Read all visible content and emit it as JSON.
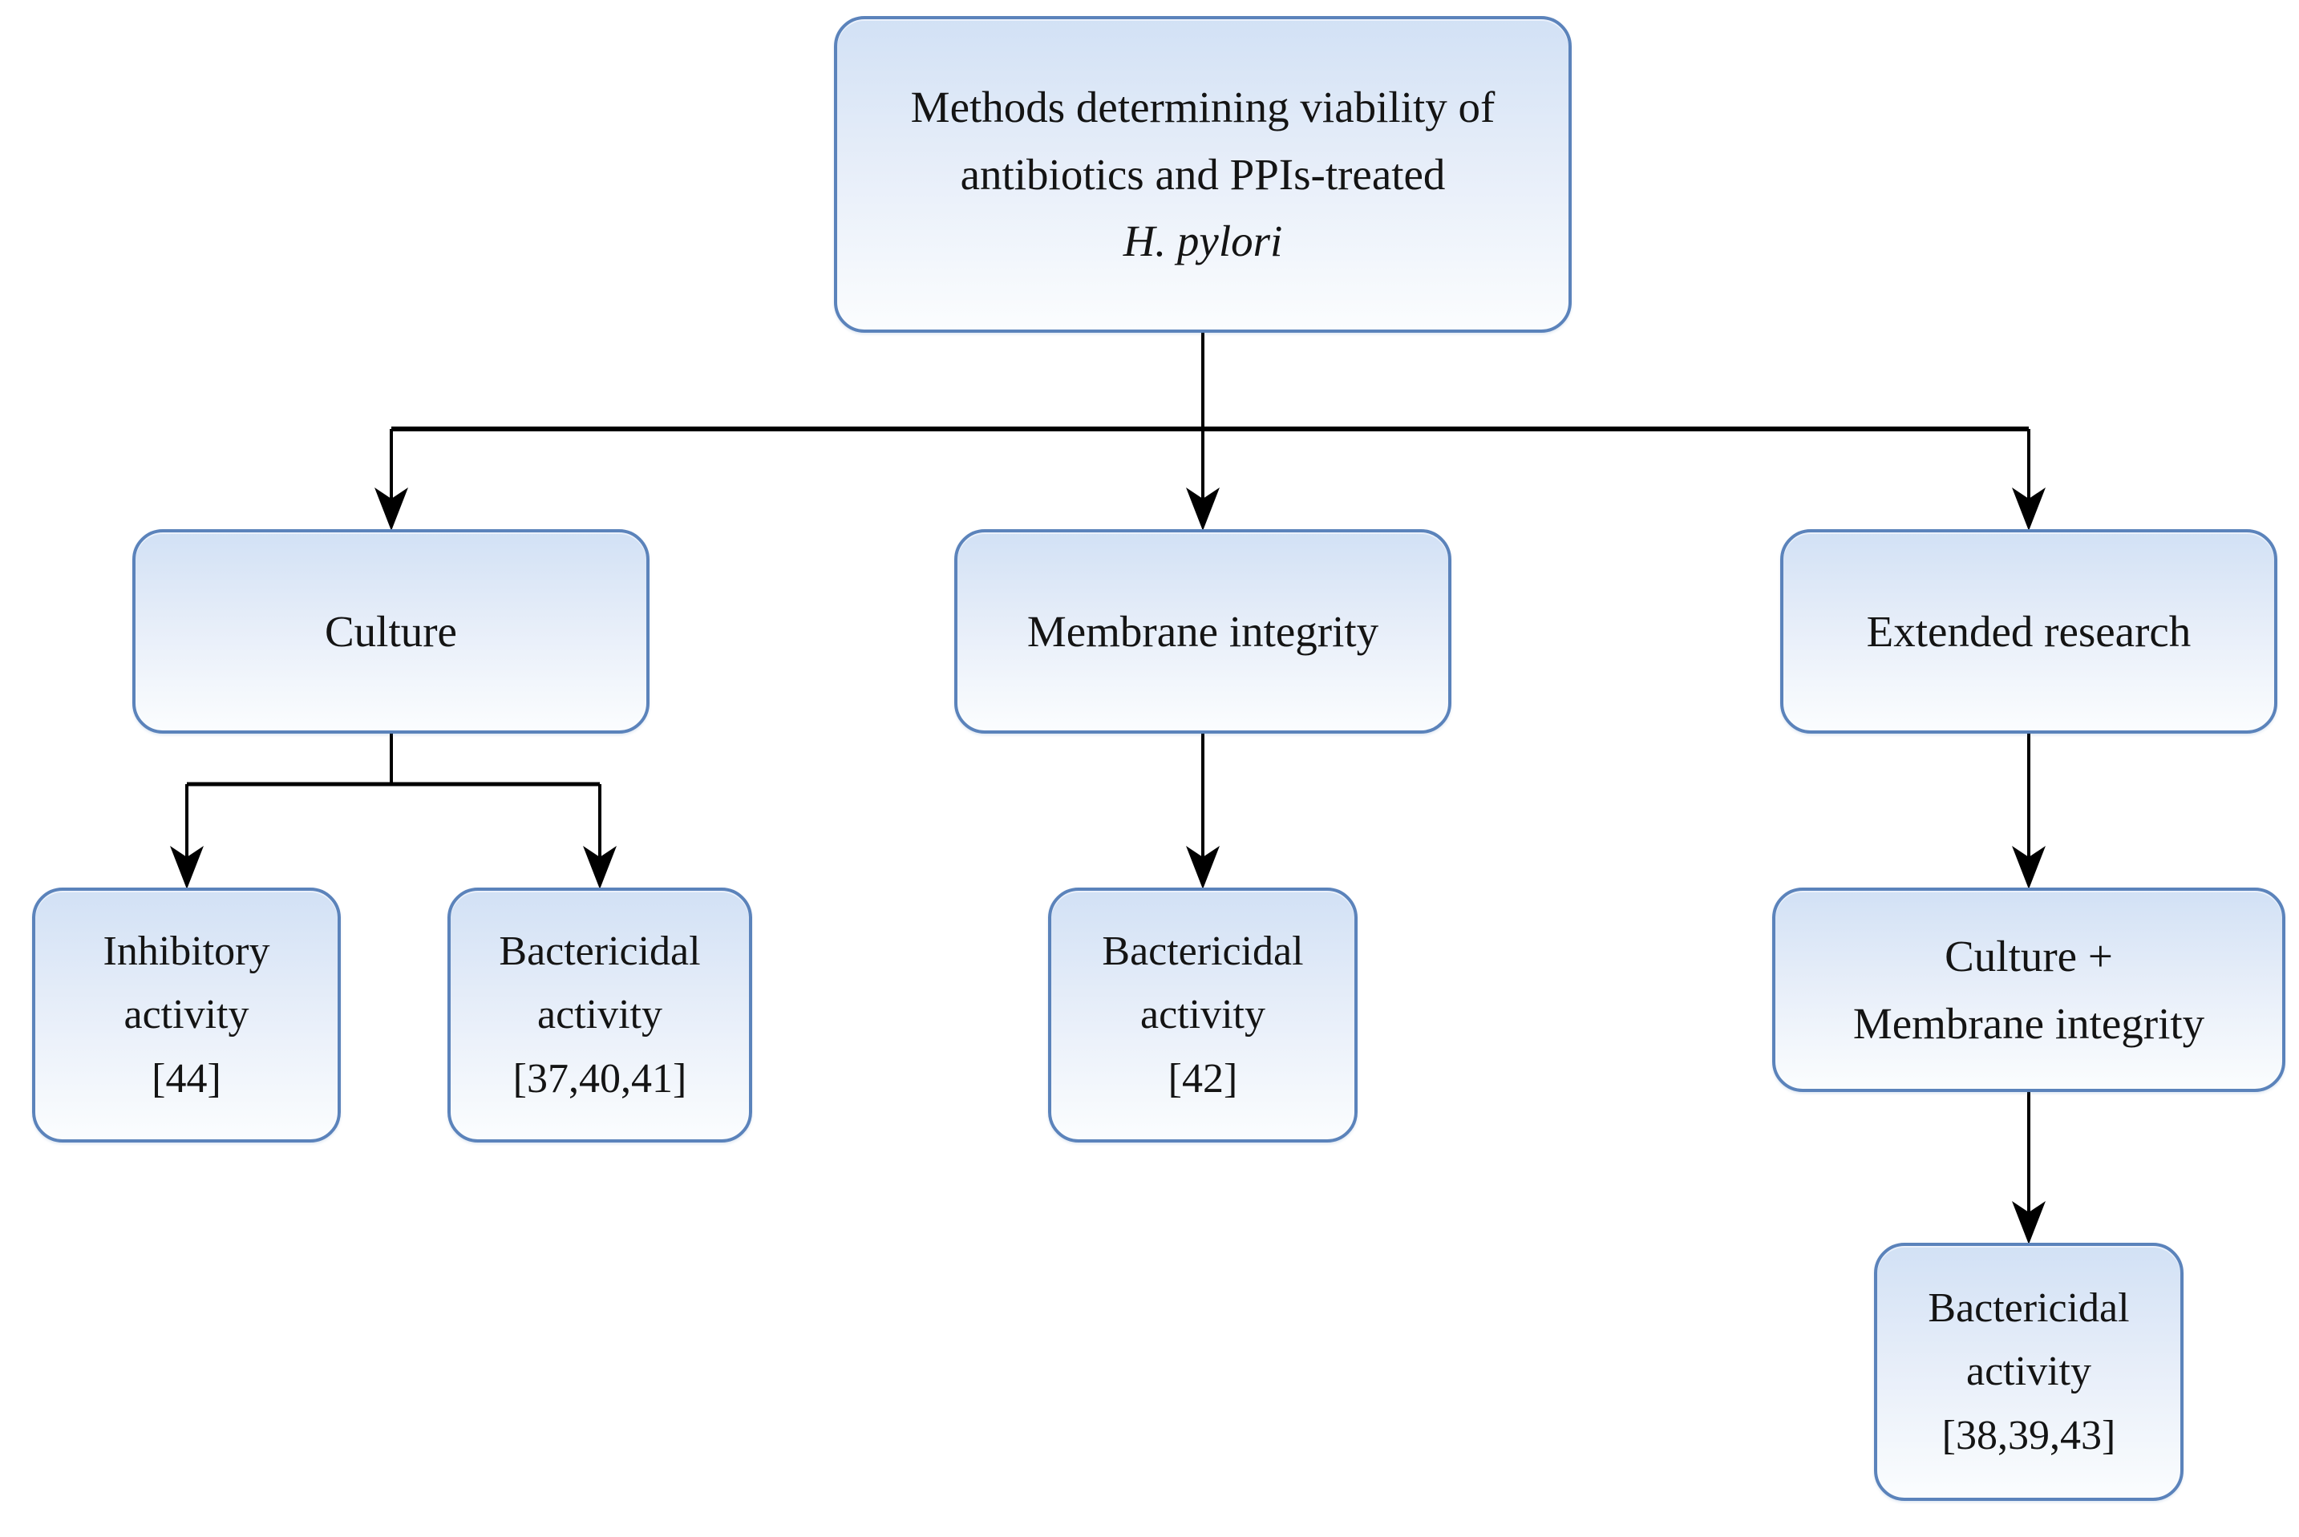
{
  "figure": {
    "type": "flowchart",
    "background": "#ffffff",
    "node_border_color": "#5b83bb",
    "node_fill_top": "#d2e1f5",
    "node_fill_bottom": "#fbfdfe",
    "connector_color": "#000000",
    "text_color": "#141414"
  },
  "nodes": {
    "root": {
      "line1": "Methods determining viability of",
      "line2": "antibiotics and PPIs-treated",
      "line3_italic": "H. pylori"
    },
    "culture": {
      "label": "Culture"
    },
    "membrane_integrity": {
      "label": "Membrane integrity"
    },
    "extended_research": {
      "label": "Extended research"
    },
    "inhibitory_activity": {
      "label": "Inhibitory activity",
      "ref": "[44]"
    },
    "bactericidal_culture": {
      "label": "Bactericidal activity",
      "ref": "[37,40,41]"
    },
    "bactericidal_membrane": {
      "label": "Bactericidal activity",
      "ref": "[42]"
    },
    "culture_plus_membrane": {
      "line1": "Culture +",
      "line2": "Membrane integrity"
    },
    "bactericidal_extended": {
      "label": "Bactericidal activity",
      "ref": "[38,39,43]"
    }
  },
  "edges": [
    {
      "from": "root",
      "to": "culture"
    },
    {
      "from": "root",
      "to": "membrane_integrity"
    },
    {
      "from": "root",
      "to": "extended_research"
    },
    {
      "from": "culture",
      "to": "inhibitory_activity"
    },
    {
      "from": "culture",
      "to": "bactericidal_culture"
    },
    {
      "from": "membrane_integrity",
      "to": "bactericidal_membrane"
    },
    {
      "from": "extended_research",
      "to": "culture_plus_membrane"
    },
    {
      "from": "culture_plus_membrane",
      "to": "bactericidal_extended"
    }
  ]
}
